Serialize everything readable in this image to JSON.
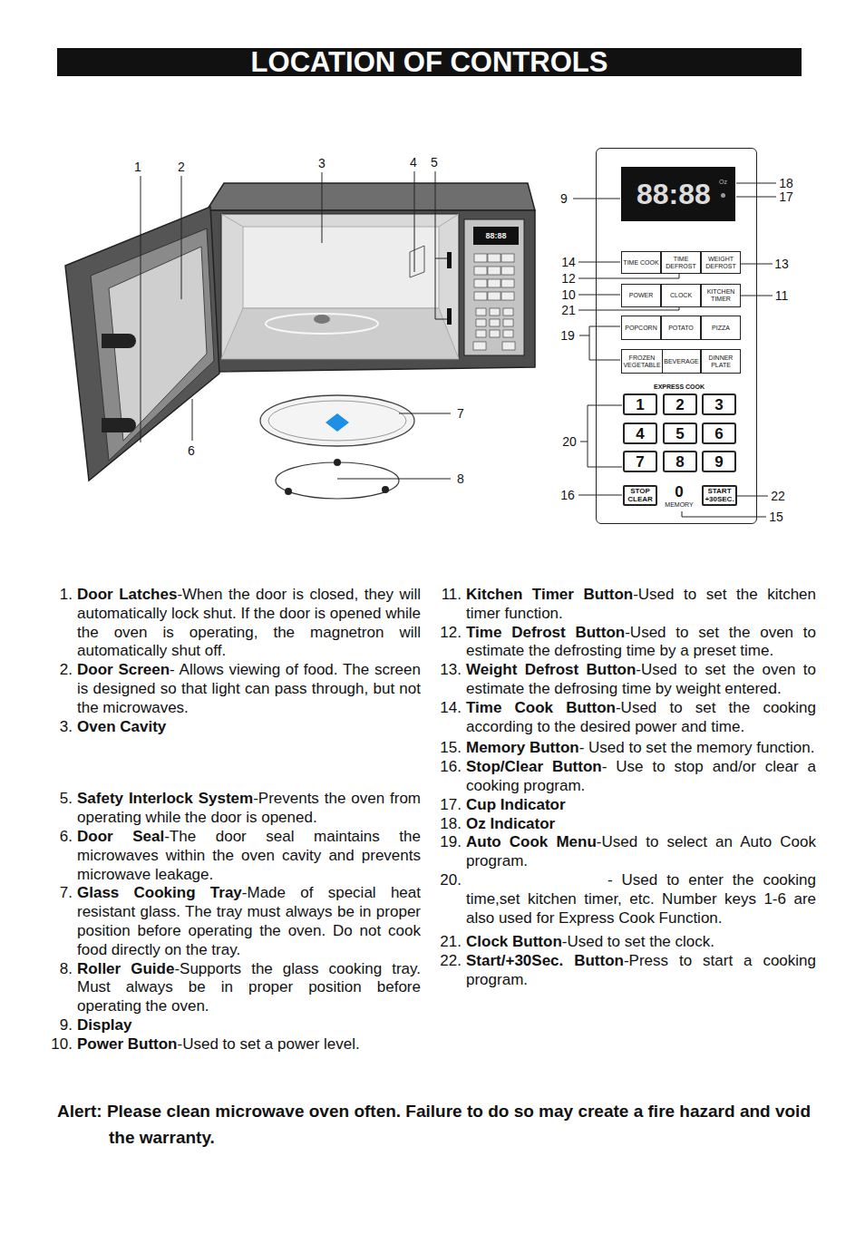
{
  "diagram": {
    "title": "LOCATION OF CONTROLS",
    "nodes": [
      {
        "text": [
          "EXPRESS COOK",
          "0",
          "MEMORY"
        ]
      },
      {
        "text": [
          "88:88",
          "Oz"
        ],
        "in": 0
      },
      {
        "text": [
          "TIME COOK"
        ],
        "in": 0
      },
      {
        "text": [
          "TIME DEFROST"
        ],
        "in": 0
      },
      {
        "text": [
          "WEIGHT DEFROST"
        ],
        "in": 0
      },
      {
        "text": [
          "POWER"
        ],
        "in": 0
      },
      {
        "text": [
          "CLOCK"
        ],
        "in": 0
      },
      {
        "text": [
          "KITCHEN TIMER"
        ],
        "in": 0
      },
      {
        "text": [
          "POPCORN"
        ],
        "in": 0
      },
      {
        "text": [
          "POTATO"
        ],
        "in": 0
      },
      {
        "text": [
          "PIZZA"
        ],
        "in": 0
      },
      {
        "text": [
          "FROZEN VEGETABLE"
        ],
        "in": 0
      },
      {
        "text": [
          "BEVERAGE"
        ],
        "in": 0
      },
      {
        "text": [
          "DINNER PLATE"
        ],
        "in": 0
      },
      {
        "text": [
          "1"
        ],
        "in": 0
      },
      {
        "text": [
          "2"
        ],
        "in": 0
      },
      {
        "text": [
          "3"
        ],
        "in": 0
      },
      {
        "text": [
          "4"
        ],
        "in": 0
      },
      {
        "text": [
          "5"
        ],
        "in": 0
      },
      {
        "text": [
          "6"
        ],
        "in": 0
      },
      {
        "text": [
          "7"
        ],
        "in": 0
      },
      {
        "text": [
          "8"
        ],
        "in": 0
      },
      {
        "text": [
          "9"
        ],
        "in": 0
      },
      {
        "text": [
          "STOP CLEAR"
        ],
        "in": 0
      },
      {
        "text": [
          "START +30SEC."
        ],
        "in": 0
      }
    ],
    "labels": [
      "1",
      "2",
      "3",
      "4",
      "5",
      "6",
      "7",
      "8",
      "88:88",
      "9",
      "18",
      "17",
      "14",
      "13",
      "12",
      "10",
      "11",
      "21",
      "19",
      "20",
      "16",
      "22",
      "15",
      "1.",
      "Door Latches",
      "-When the door is closed, they will automatically lock shut. If the door is opened while the oven is operating, the magnetron will automatically shut off.",
      "2.",
      "Door Screen",
      "- Allows viewing of food. The screen is designed so that light can pass through, but not the microwaves.",
      "3.",
      "Oven Cavity",
      "5.",
      "Safety Interlock System",
      "-Prevents the oven from operating while the door is opened.",
      "6.",
      "Door Seal",
      "-The door seal maintains the microwaves within the oven cavity and prevents microwave leakage.",
      "7.",
      "Glass Cooking Tray",
      "-Made of special heat resistant glass. The tray must always be in proper position before operating the oven. Do not cook food directly on the tray.",
      "8.",
      "Roller Guide",
      "-Supports the glass cooking tray. Must always be in proper position before operating the oven.",
      "9.",
      "Display",
      "10.",
      "Power Button",
      "-Used to set a power level.",
      "11.",
      "Kitchen Timer Button",
      "-Used to set the kitchen timer function.",
      "12.",
      "Time Defrost Button",
      "-Used to set the oven to estimate the defrosting time by a preset time.",
      "13.",
      "Weight Defrost Button",
      "-Used to set the oven to estimate the defrosing time by weight entered.",
      "14.",
      "Time Cook Button",
      "-Used to set the cooking according to the desired power and time.",
      "15.",
      "Memory Button",
      "- Used to set the memory function.",
      "16.",
      "Stop/Clear Button",
      "- Use to stop and/or clear a cooking program.",
      "17.",
      "Cup Indicator",
      "18.",
      "Oz Indicator",
      "19.",
      "Auto Cook Menu",
      "-Used to select an Auto Cook program.",
      "20.",
      "- Used to enter the cooking time,set kitchen timer, etc. Number keys 1-6 are also used for Express Cook Function.",
      "21.",
      "Clock Button",
      "-Used to set the clock.",
      "22.",
      "Start/+30Sec. Button",
      "-Press to start a cooking program.",
      "Alert: Please clean microwave oven often. Failure to do so may create a fire hazard and void the warranty."
    ]
  }
}
